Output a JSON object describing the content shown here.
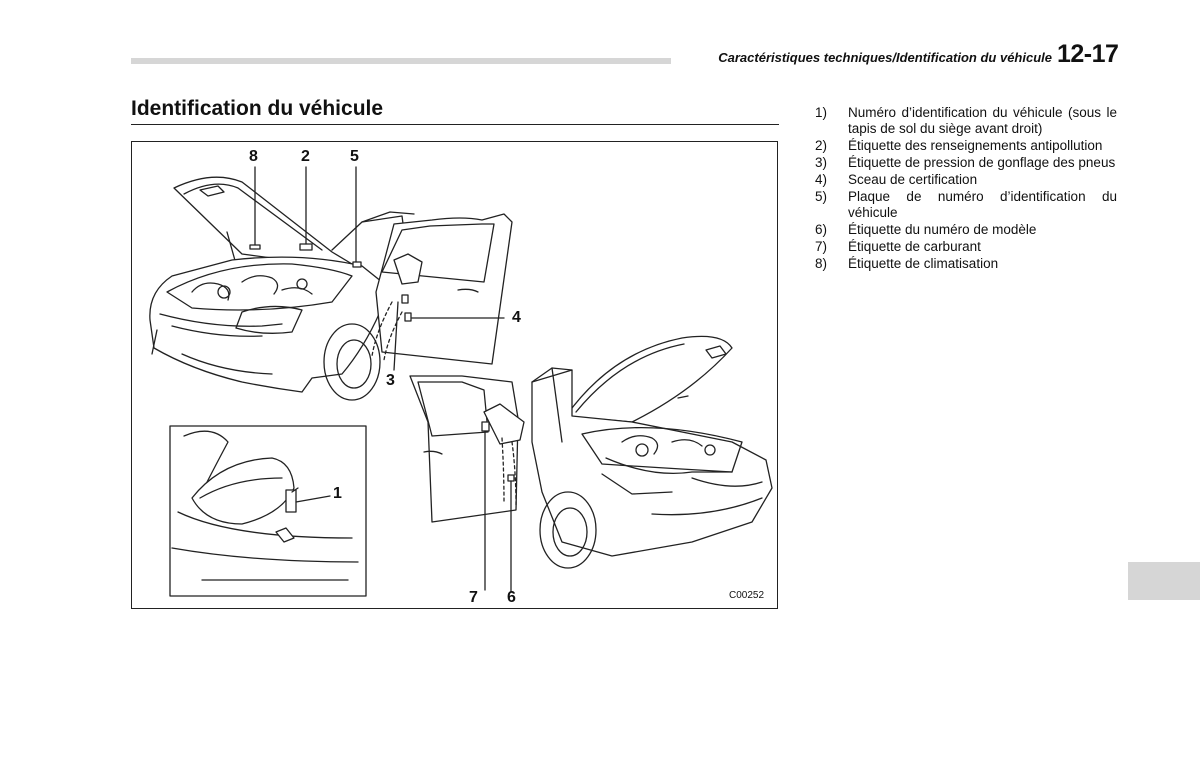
{
  "header": {
    "title": "Caractéristiques techniques/Identification du véhicule",
    "page_number": "12-17"
  },
  "section": {
    "title": "Identification du véhicule"
  },
  "figure": {
    "code": "C00252",
    "callouts": [
      "1",
      "2",
      "3",
      "4",
      "5",
      "6",
      "7",
      "8"
    ]
  },
  "legend": [
    {
      "num": "1)",
      "text": "Numéro d’identification du véhicule (sous le tapis de sol du siège avant droit)"
    },
    {
      "num": "2)",
      "text": "Étiquette des renseignements antipollution"
    },
    {
      "num": "3)",
      "text": "Étiquette de pression de gonflage des pneus"
    },
    {
      "num": "4)",
      "text": "Sceau de certification"
    },
    {
      "num": "5)",
      "text": "Plaque de numéro d’identification du véhicule"
    },
    {
      "num": "6)",
      "text": "Étiquette du numéro de modèle"
    },
    {
      "num": "7)",
      "text": "Étiquette de carburant"
    },
    {
      "num": "8)",
      "text": "Étiquette de climatisation"
    }
  ]
}
